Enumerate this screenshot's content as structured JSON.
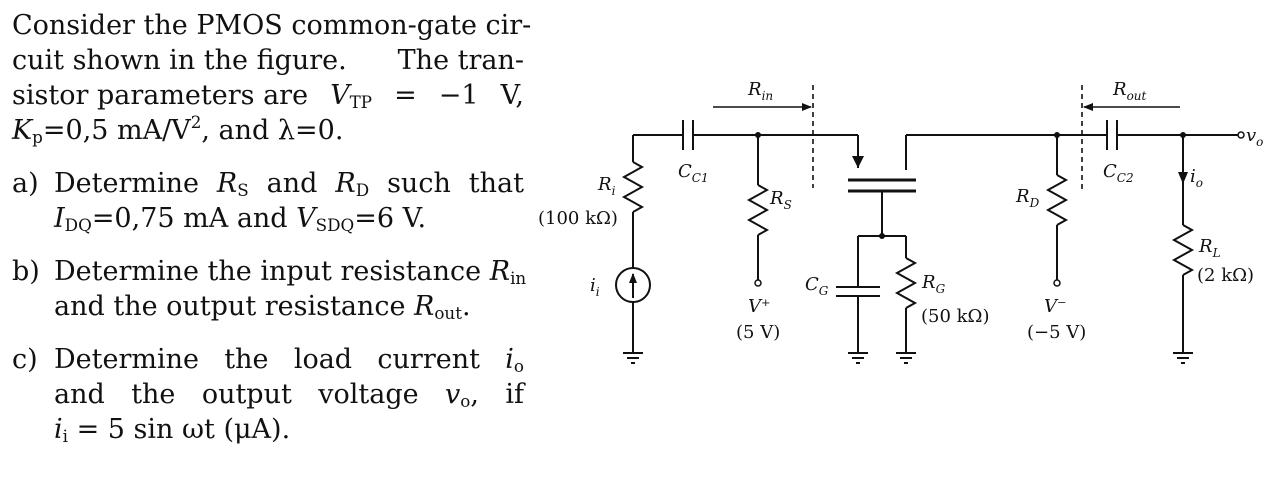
{
  "problem": {
    "intro_lines": [
      [
        "Consider the PMOS common-gate cir-"
      ],
      [
        "cuit shown in the figure.",
        "The tran-"
      ],
      [
        "sistor parameters are",
        "V_TP",
        "=",
        "−1",
        "V,"
      ],
      [
        "K_p=0,5 mA/V², and λ=0."
      ]
    ],
    "items": [
      {
        "label": "a)",
        "lines": [
          "Determine R_S and R_D such that",
          "I_DQ=0,75 mA and V_SDQ=6 V."
        ]
      },
      {
        "label": "b)",
        "lines": [
          "Determine the input resistance R_in",
          "and the output resistance R_out."
        ]
      },
      {
        "label": "c)",
        "lines": [
          "Determine the load current i_o",
          "and the output voltage v_o, if",
          "i_i = 5 sin ωt (μA)."
        ]
      }
    ]
  },
  "figure": {
    "labels": {
      "Rin": "R_in",
      "Rout": "R_out",
      "vo": "v_o",
      "CC1": "C_C1",
      "CC2": "C_C2",
      "Ri": "R_i",
      "Ri_value": "(100 kΩ)",
      "RS": "R_S",
      "RD": "R_D",
      "io": "i_o",
      "RL": "R_L",
      "RL_value": "(2 kΩ)",
      "ii": "i_i",
      "CG": "C_G",
      "RG": "R_G",
      "RG_value": "(50 kΩ)",
      "Vplus": "V⁺",
      "Vplus_value": "(5 V)",
      "Vminus": "V⁻",
      "Vminus_value": "(−5 V)"
    }
  }
}
